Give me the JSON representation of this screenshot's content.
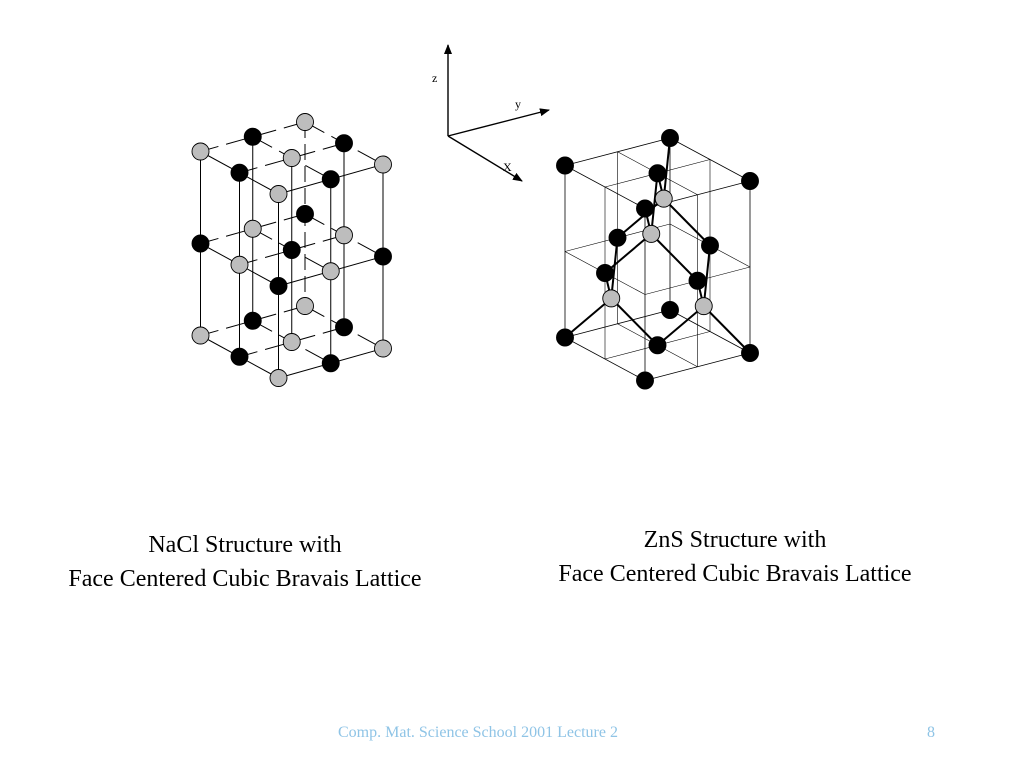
{
  "axes": {
    "z": "z",
    "y": "y",
    "x": "X"
  },
  "diagrams": {
    "nacl": {
      "caption_line1": "NaCl Structure with",
      "caption_line2": "Face Centered Cubic Bravais Lattice"
    },
    "zns": {
      "caption_line1": "ZnS Structure with",
      "caption_line2": "Face Centered Cubic Bravais Lattice"
    }
  },
  "atom_colors": {
    "dark": "#000000",
    "light": "#bdbdbd"
  },
  "footer": {
    "lecture": "Comp. Mat. Science School 2001 Lecture 2",
    "page": "8"
  }
}
